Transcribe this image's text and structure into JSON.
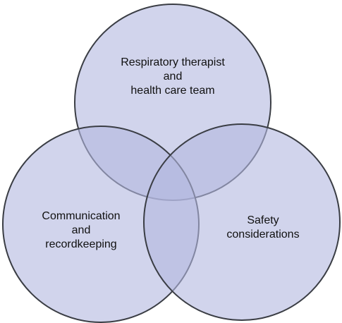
{
  "colors": {
    "circle_fill": "#b3b8df",
    "circle_stroke": "#3a3d44"
  },
  "circles": [
    {
      "id": "team",
      "lines": [
        "Respiratory therapist",
        "and",
        "health care team"
      ]
    },
    {
      "id": "communication",
      "lines": [
        "Communication",
        "and",
        "recordkeeping"
      ]
    },
    {
      "id": "safety",
      "lines": [
        "Safety",
        "considerations"
      ]
    }
  ]
}
